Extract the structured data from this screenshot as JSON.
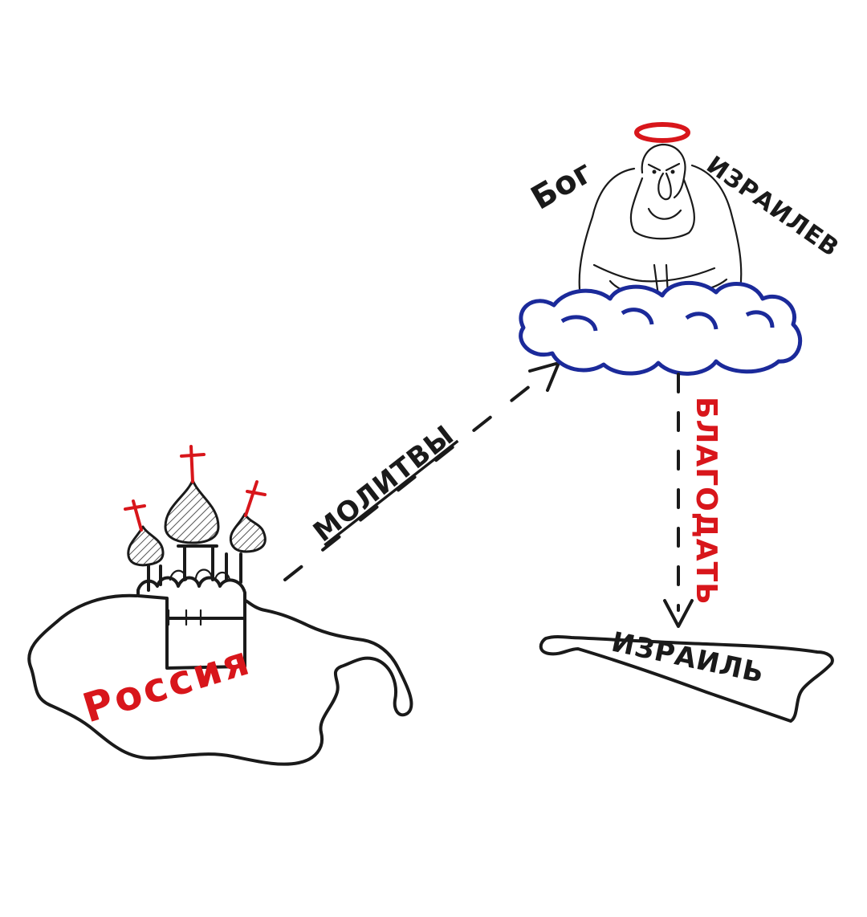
{
  "labels": {
    "russia": "Россия",
    "prayers": "МОЛИТВЫ",
    "god_left": "Бог",
    "god_right": "ИЗРАИЛЕВ",
    "grace": "БЛАГОДАТЬ",
    "israel": "ИЗРАИЛЬ"
  },
  "colors": {
    "ink": "#1a1a1a",
    "accent_red": "#d8161b",
    "cloud_blue": "#1b2a9a"
  },
  "icons": [
    "church-icon",
    "cross-icon",
    "halo-icon",
    "cloud-icon",
    "god-figure-icon",
    "arrow-icon"
  ]
}
